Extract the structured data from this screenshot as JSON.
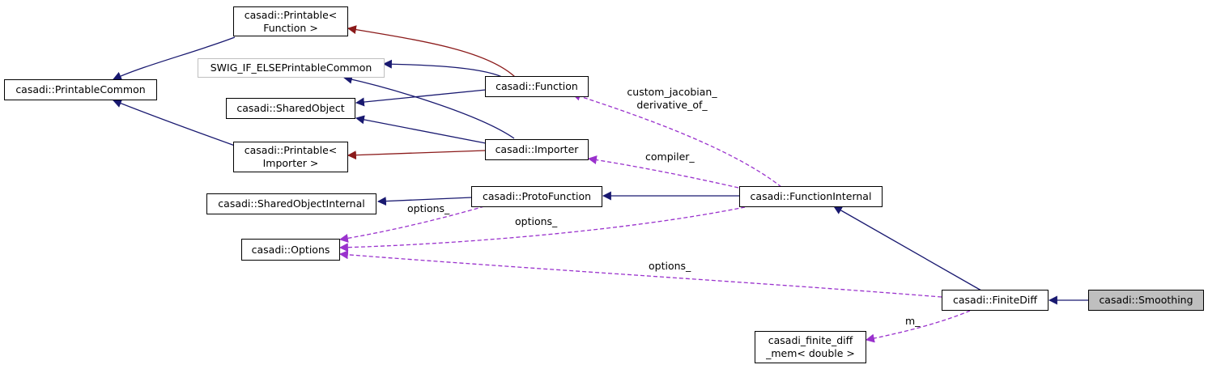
{
  "colors": {
    "inheritance": "#191970",
    "private_inheritance": "#8b1a1a",
    "usage": "#9a32cd",
    "focus_fill": "#bfbfbf",
    "external_border": "#bfbfbf"
  },
  "nodes": {
    "printable_function": {
      "line1": "casadi::Printable<",
      "line2": "Function >"
    },
    "swig": {
      "line1": "SWIG_IF_ELSEPrintableCommon"
    },
    "printable_common": {
      "line1": "casadi::PrintableCommon"
    },
    "shared_object": {
      "line1": "casadi::SharedObject"
    },
    "function": {
      "line1": "casadi::Function"
    },
    "printable_importer": {
      "line1": "casadi::Printable<",
      "line2": "Importer >"
    },
    "importer": {
      "line1": "casadi::Importer"
    },
    "shared_object_internal": {
      "line1": "casadi::SharedObjectInternal"
    },
    "proto_function": {
      "line1": "casadi::ProtoFunction"
    },
    "function_internal": {
      "line1": "casadi::FunctionInternal"
    },
    "options": {
      "line1": "casadi::Options"
    },
    "finite_diff": {
      "line1": "casadi::FiniteDiff"
    },
    "smoothing": {
      "line1": "casadi::Smoothing"
    },
    "finite_diff_mem": {
      "line1": "casadi_finite_diff",
      "line2": "_mem< double >"
    }
  },
  "edge_labels": {
    "custom_jacobian": {
      "line1": "custom_jacobian_",
      "line2": "derivative_of_"
    },
    "compiler": "compiler_",
    "options_proto": "options_",
    "options_internal": "options_",
    "options_finitediff": "options_",
    "m": "m_"
  }
}
